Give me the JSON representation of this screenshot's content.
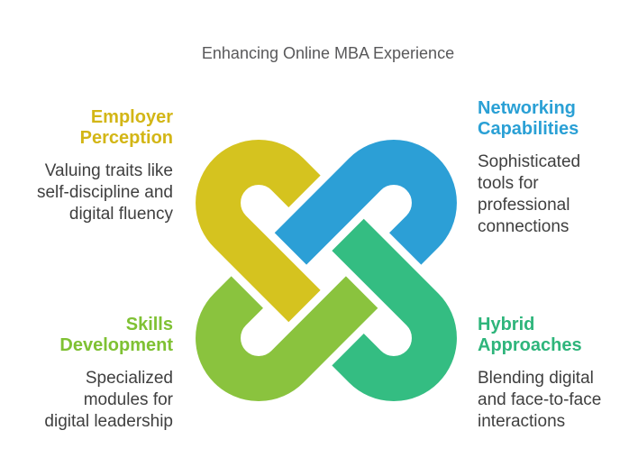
{
  "title": "Enhancing Online MBA Experience",
  "colors": {
    "background": "#ffffff",
    "title_text": "#58585a",
    "body_text": "#3f3f3f"
  },
  "knot": {
    "pieces": [
      {
        "name": "employer-perception-hook",
        "position": "top-left",
        "color": "#d5c31f"
      },
      {
        "name": "networking-capabilities-hook",
        "position": "top-right",
        "color": "#2c9fd6"
      },
      {
        "name": "hybrid-approaches-hook",
        "position": "bottom-right",
        "color": "#34bd82"
      },
      {
        "name": "skills-development-hook",
        "position": "bottom-left",
        "color": "#8ac33e"
      }
    ]
  },
  "sections": [
    {
      "id": "employer-perception",
      "position": "top-left",
      "heading_color": "#d3b616",
      "heading_lines": [
        "Employer",
        "Perception"
      ],
      "body_lines": [
        "Valuing traits like",
        "self-discipline and",
        "digital fluency"
      ]
    },
    {
      "id": "networking-capabilities",
      "position": "top-right",
      "heading_color": "#2aa0d5",
      "heading_lines": [
        "Networking",
        "Capabilities"
      ],
      "body_lines": [
        "Sophisticated",
        "tools for",
        "professional",
        "connections"
      ]
    },
    {
      "id": "skills-development",
      "position": "bottom-left",
      "heading_color": "#7fc133",
      "heading_lines": [
        "Skills",
        "Development"
      ],
      "body_lines": [
        "Specialized",
        "modules for",
        "digital leadership"
      ]
    },
    {
      "id": "hybrid-approaches",
      "position": "bottom-right",
      "heading_color": "#2eb57b",
      "heading_lines": [
        "Hybrid",
        "Approaches"
      ],
      "body_lines": [
        "Blending digital",
        "and face-to-face",
        "interactions"
      ]
    }
  ]
}
